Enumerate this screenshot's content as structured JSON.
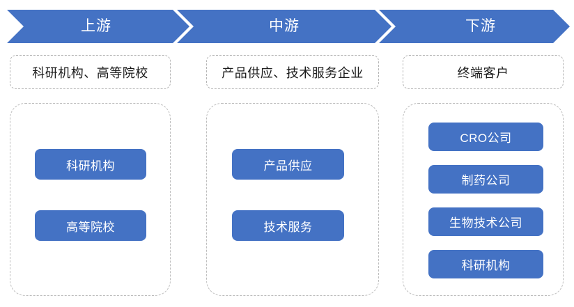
{
  "diagram": {
    "type": "value-chain",
    "accent_color": "#4472C4",
    "panel_border_color": "#BDBDBD",
    "text_color_on_accent": "#FFFFFF",
    "stages": [
      {
        "arrow_label": "上游",
        "caption": "科研机构、高等院校",
        "items": [
          "科研机构",
          "高等院校"
        ]
      },
      {
        "arrow_label": "中游",
        "caption": "产品供应、技术服务企业",
        "items": [
          "产品供应",
          "技术服务"
        ]
      },
      {
        "arrow_label": "下游",
        "caption": "终端客户",
        "items": [
          "CRO公司",
          "制药公司",
          "生物技术公司",
          "科研机构"
        ]
      }
    ]
  }
}
